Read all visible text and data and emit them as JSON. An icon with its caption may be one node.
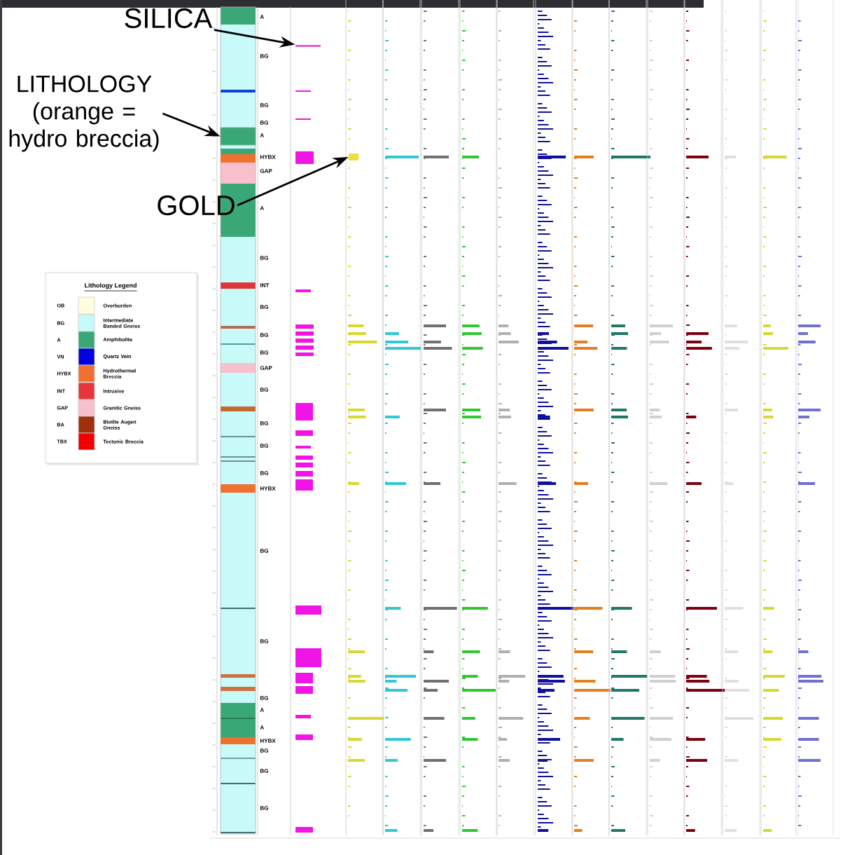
{
  "diagram": {
    "nodes": [
      {
        "text": [
          "SILICA"
        ]
      },
      {
        "text": [],
        "shape": "bar"
      },
      {
        "text": [
          "LITHOLOGY (orange = hydro breccia)"
        ]
      },
      {
        "text": [],
        "shape": "box"
      },
      {
        "text": [
          "GOLD"
        ]
      },
      {
        "text": [],
        "shape": "bar"
      }
    ],
    "edges": [
      {
        "from": 0,
        "to": 1,
        "arrow": "to"
      },
      {
        "from": 2,
        "to": 3,
        "arrow": "to"
      },
      {
        "from": 4,
        "to": 5,
        "arrow": "to"
      }
    ],
    "labels": [
      "A",
      "BG",
      "BG",
      "BG",
      "A",
      "HYBX",
      "GAP",
      "A",
      "BG",
      "INT",
      "BG",
      "BG",
      "BG",
      "GAP",
      "BG",
      "BG",
      "BG",
      "BG",
      "HYBX",
      "BG",
      "BG",
      "BG",
      "A",
      "A",
      "HYBX",
      "BG",
      "BG",
      "BG",
      "Lithology Legend",
      "OB",
      "BG",
      "A",
      "VN",
      "HYBX",
      "INT",
      "GAP",
      "BA",
      "TBX"
    ],
    "legend": [
      {
        "text": "Overburden",
        "color": "#ffffe0"
      },
      {
        "text": "Intermediate Banded Gneiss",
        "color": "#c8fafa"
      },
      {
        "text": "Amphibolite",
        "color": "#3aa876"
      },
      {
        "text": "Quartz Vein",
        "color": "#0000e0"
      },
      {
        "text": "Hydrothermal Breccia",
        "color": "#f07030"
      },
      {
        "text": "Intrusive",
        "color": "#e8343c"
      },
      {
        "text": "Granitic Gneiss",
        "color": "#f8c0cc"
      },
      {
        "text": "Biotite Augen Gneiss",
        "color": "#a0300c"
      },
      {
        "text": "Tectonic Breccia",
        "color": "#f00000"
      }
    ]
  }
}
